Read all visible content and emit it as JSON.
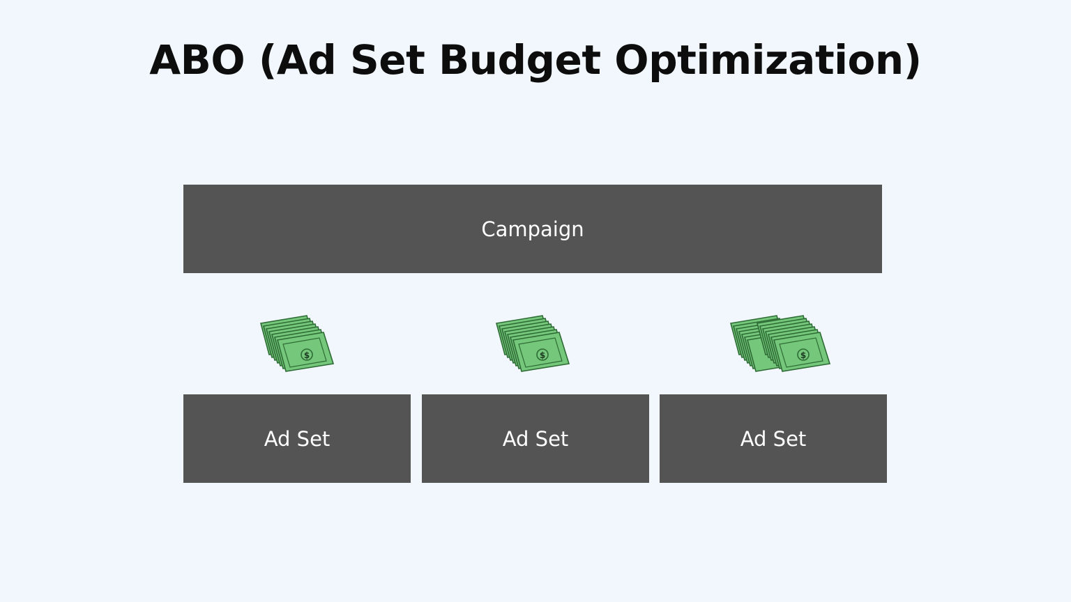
{
  "title": "ABO (Ad Set Budget Optimization)",
  "campaign": {
    "label": "Campaign"
  },
  "ad_sets": [
    {
      "label": "Ad Set",
      "budget_stacks": 1
    },
    {
      "label": "Ad Set",
      "budget_stacks": 1
    },
    {
      "label": "Ad Set",
      "budget_stacks": 2
    }
  ],
  "colors": {
    "background": "#f1f7fd",
    "box": "#545454",
    "box_text": "#ffffff",
    "bill_fill": "#74c77b",
    "bill_stroke": "#2e6b34"
  },
  "icons": {
    "money": "money-stack-icon",
    "dollar": "dollar-sign-icon"
  }
}
